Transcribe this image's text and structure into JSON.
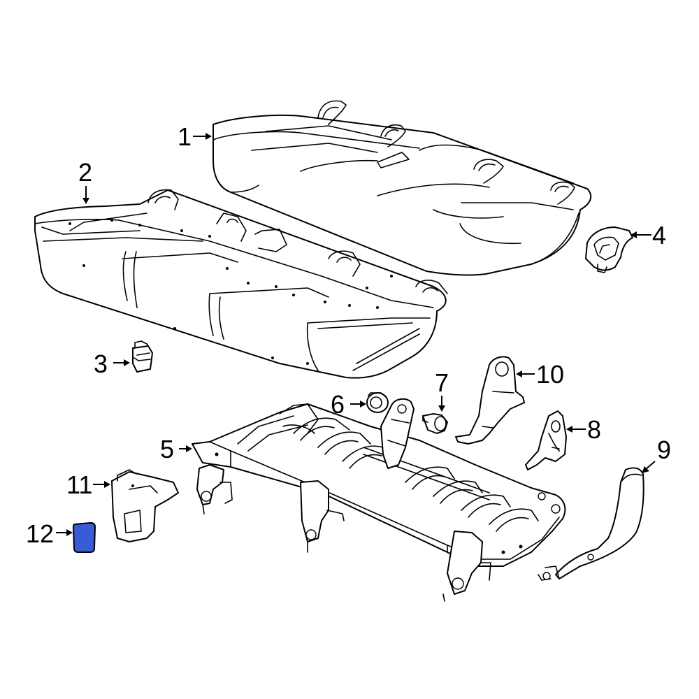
{
  "callouts": [
    {
      "number": "1",
      "part": "seat-back-cushion"
    },
    {
      "number": "2",
      "part": "seat-cushion-pad"
    },
    {
      "number": "3",
      "part": "clip"
    },
    {
      "number": "4",
      "part": "headrest-guide"
    },
    {
      "number": "5",
      "part": "seat-frame"
    },
    {
      "number": "6",
      "part": "bushing"
    },
    {
      "number": "7",
      "part": "bumper"
    },
    {
      "number": "8",
      "part": "bracket"
    },
    {
      "number": "9",
      "part": "side-trim-panel"
    },
    {
      "number": "10",
      "part": "support-bracket"
    },
    {
      "number": "11",
      "part": "side-cover"
    },
    {
      "number": "12",
      "part": "cap"
    }
  ],
  "highlighted_part": "12",
  "colors": {
    "line": "#000000",
    "background": "#ffffff",
    "highlight": "#3a5bd6"
  }
}
